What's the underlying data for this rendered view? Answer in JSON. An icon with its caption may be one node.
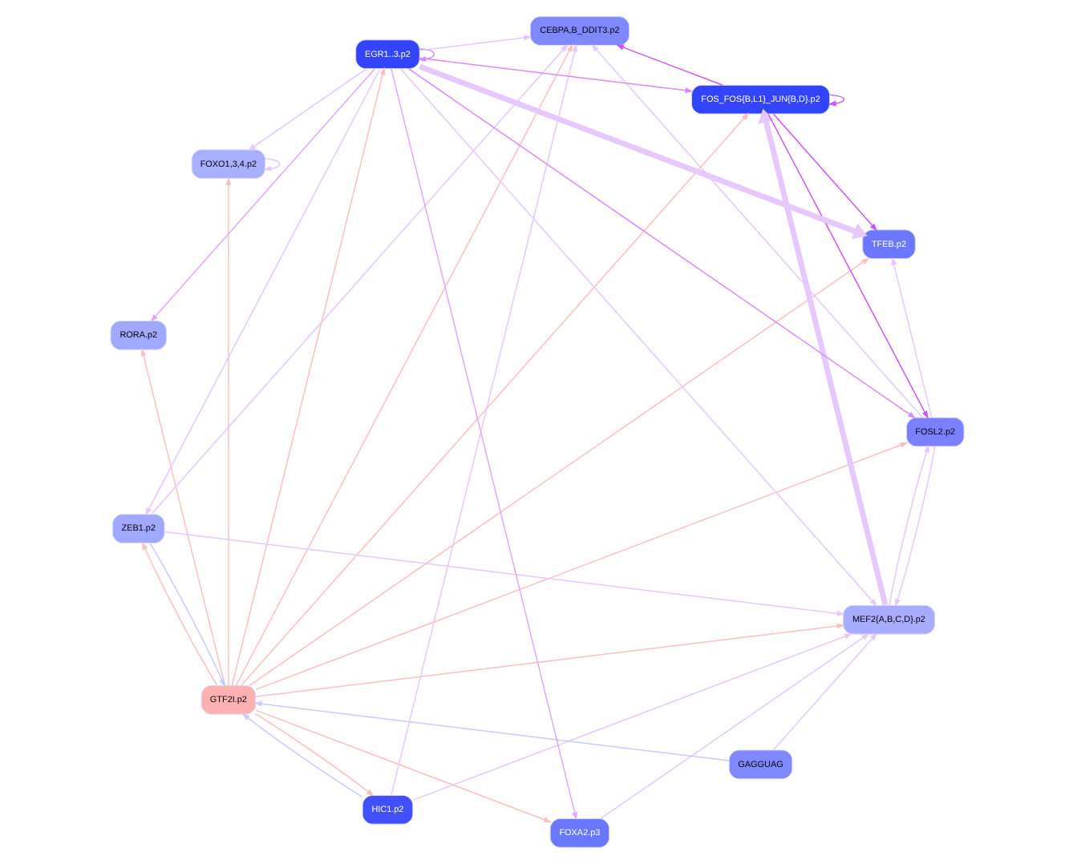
{
  "diagram": {
    "nodes": [
      {
        "text": [
          "MEF2{A,B,C,D}.p2"
        ]
      },
      {
        "text": [
          "FOSL2.p2"
        ]
      },
      {
        "text": [
          "CEBPA,B_DDIT3.p2"
        ]
      },
      {
        "text": [
          "TFEB.p2"
        ]
      },
      {
        "text": [
          "EGR1..3.p2"
        ]
      },
      {
        "text": [
          "FOS_FOS{B,L1}_JUN{B,D}.p2"
        ]
      },
      {
        "text": [
          "GTF2I.p2"
        ]
      },
      {
        "text": [
          "GAGGUAG"
        ]
      },
      {
        "text": [
          "FOXO1,3,4.p2"
        ]
      },
      {
        "text": [
          "RORA.p2"
        ]
      },
      {
        "text": [
          "HIC1.p2"
        ]
      },
      {
        "text": [
          "FOXA2.p3"
        ]
      },
      {
        "text": [
          "ZEB1.p2"
        ]
      }
    ],
    "edges": [
      {
        "from": 6,
        "to": 4,
        "arrow": "to",
        "color": "#ffbfbf"
      },
      {
        "from": 6,
        "to": 2,
        "arrow": "to",
        "color": "#ffbfbf"
      },
      {
        "from": 6,
        "to": 0,
        "arrow": "to",
        "color": "#ffbfbf"
      },
      {
        "from": 6,
        "to": 1,
        "arrow": "to",
        "color": "#ffbfbf"
      },
      {
        "from": 6,
        "to": 3,
        "arrow": "to",
        "color": "#ffbfbf"
      },
      {
        "from": 6,
        "to": 5,
        "arrow": "to",
        "color": "#ffbfbf"
      },
      {
        "from": 6,
        "to": 8,
        "arrow": "to",
        "color": "#ffbfbf"
      },
      {
        "from": 6,
        "to": 9,
        "arrow": "to",
        "color": "#ffbfbf"
      },
      {
        "from": 6,
        "to": 11,
        "arrow": "to",
        "color": "#ffbfbf"
      },
      {
        "from": 6,
        "to": 12,
        "arrow": "to",
        "color": "#ffbfbf"
      },
      {
        "from": 6,
        "to": 10,
        "arrow": "to",
        "color": "#ffbfbf"
      },
      {
        "from": 7,
        "to": 6,
        "arrow": "to",
        "color": "#c8ccff"
      },
      {
        "from": 10,
        "to": 6,
        "arrow": "to",
        "color": "#c8ccff"
      },
      {
        "from": 12,
        "to": 6,
        "arrow": "to",
        "color": "#c8ccff"
      },
      {
        "from": 5,
        "to": 1,
        "arrow": "to",
        "color": "#cc55ff"
      },
      {
        "from": 5,
        "to": 3,
        "arrow": "to",
        "color": "#cc55ff"
      },
      {
        "from": 5,
        "to": 2,
        "arrow": "to",
        "color": "#cc55ff"
      },
      {
        "from": 5,
        "to": 5,
        "arrow": "to",
        "color": "#cc55ff"
      },
      {
        "from": 4,
        "to": 5,
        "arrow": "to",
        "color": "#d98aff"
      },
      {
        "from": 4,
        "to": 1,
        "arrow": "to",
        "color": "#d98aff"
      },
      {
        "from": 4,
        "to": 4,
        "arrow": "to",
        "color": "#d98aff"
      },
      {
        "from": 4,
        "to": 2,
        "arrow": "to"
      },
      {
        "from": 4,
        "to": 0,
        "arrow": "to"
      },
      {
        "from": 4,
        "to": 3,
        "arrow": "to",
        "style": "thick"
      },
      {
        "from": 4,
        "to": 8,
        "arrow": "to"
      },
      {
        "from": 4,
        "to": 9,
        "arrow": "to",
        "color": "#e0a8ff"
      },
      {
        "from": 4,
        "to": 11,
        "arrow": "to",
        "color": "#e0a8ff"
      },
      {
        "from": 4,
        "to": 12,
        "arrow": "to"
      },
      {
        "from": 0,
        "to": 1,
        "arrow": "to"
      },
      {
        "from": 1,
        "to": 0,
        "arrow": "to"
      },
      {
        "from": 1,
        "to": 3,
        "arrow": "to"
      },
      {
        "from": 1,
        "to": 2,
        "arrow": "to"
      },
      {
        "from": 0,
        "to": 5,
        "arrow": "to",
        "style": "thick"
      },
      {
        "from": 8,
        "to": 8,
        "arrow": "to"
      },
      {
        "from": 11,
        "to": 0,
        "arrow": "to"
      },
      {
        "from": 12,
        "to": 0,
        "arrow": "to"
      },
      {
        "from": 10,
        "to": 0,
        "arrow": "to"
      },
      {
        "from": 7,
        "to": 0,
        "arrow": "to"
      },
      {
        "from": 12,
        "to": 2,
        "arrow": "to"
      },
      {
        "from": 10,
        "to": 2,
        "arrow": "to"
      }
    ]
  }
}
